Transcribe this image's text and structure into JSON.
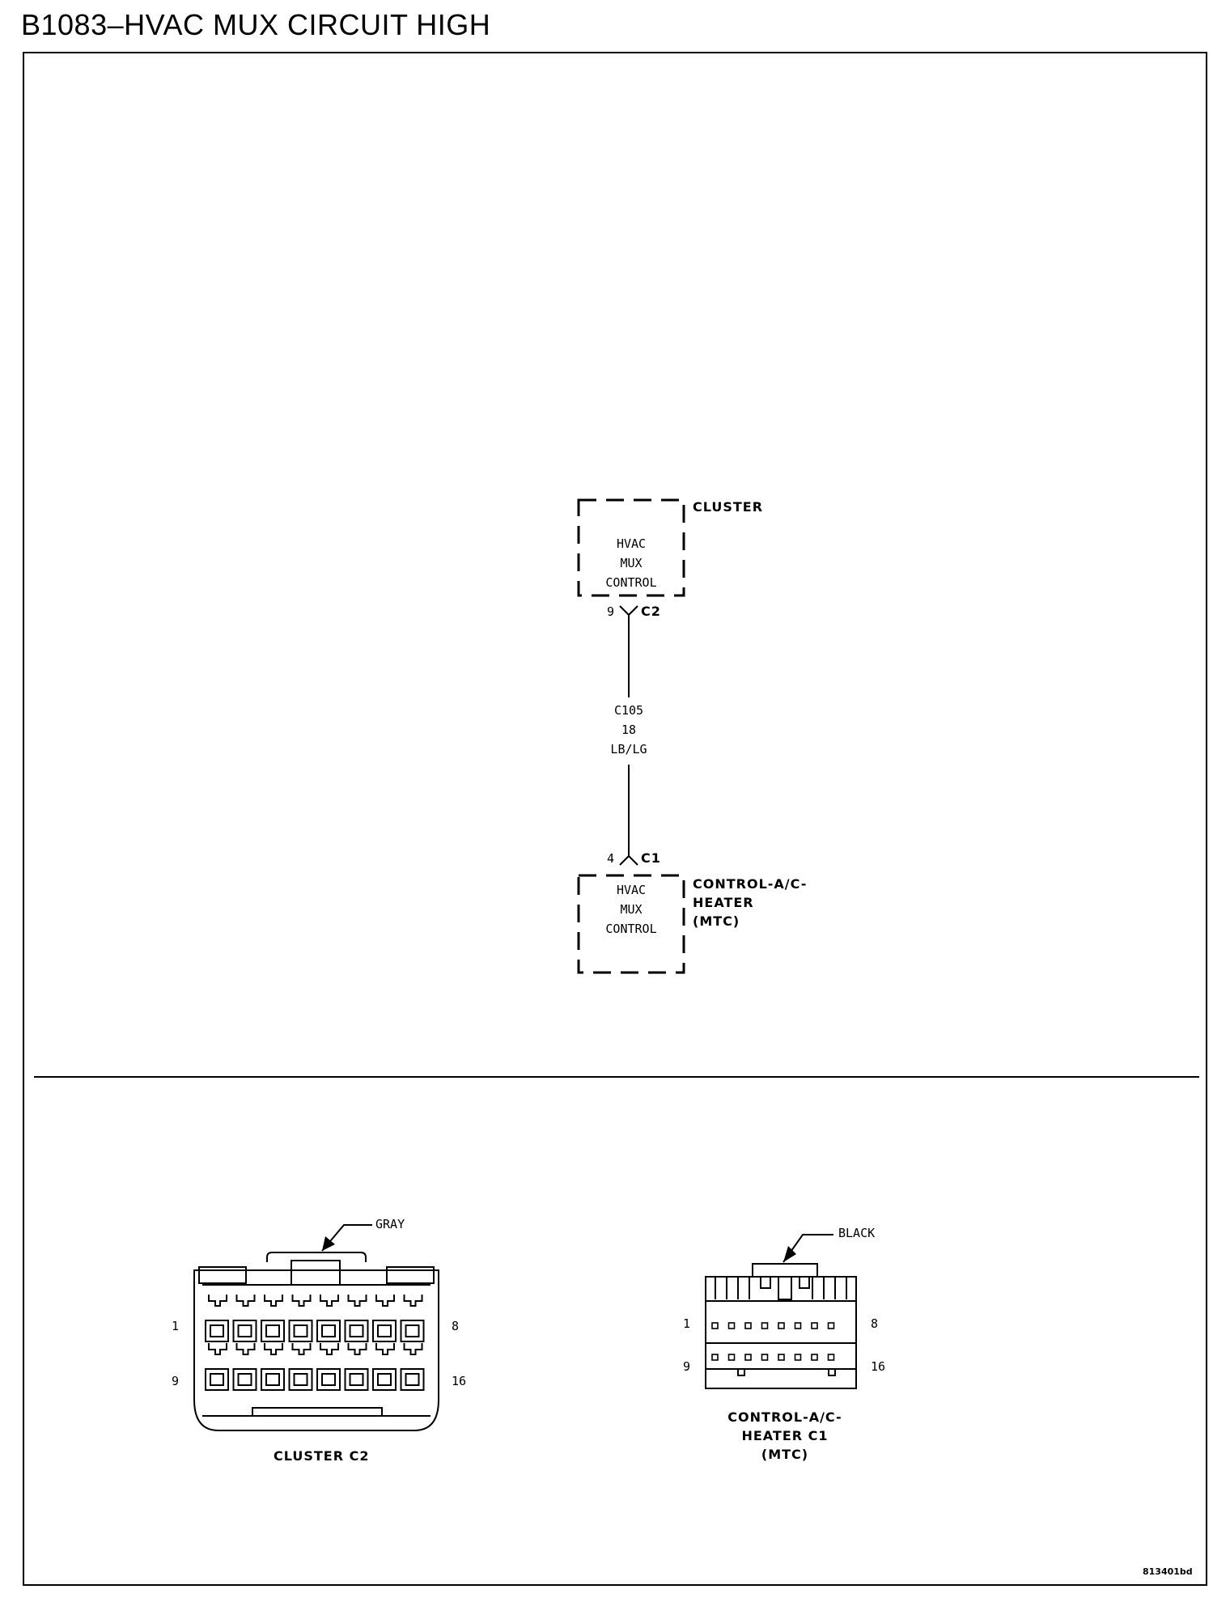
{
  "title": "B1083–HVAC MUX CIRCUIT HIGH",
  "top_module": {
    "component_name": "CLUSTER",
    "function_lines": [
      "HVAC",
      "MUX",
      "CONTROL"
    ],
    "pin": "9",
    "connector": "C2"
  },
  "wire": {
    "circuit": "C105",
    "gauge": "18",
    "color": "LB/LG"
  },
  "bottom_module": {
    "component_name_lines": [
      "CONTROL-A/C-",
      "HEATER",
      "(MTC)"
    ],
    "function_lines": [
      "HVAC",
      "MUX",
      "CONTROL"
    ],
    "pin": "4",
    "connector": "C1"
  },
  "connector_left": {
    "color_label": "GRAY",
    "pin_top_left": "1",
    "pin_top_right": "8",
    "pin_bottom_left": "9",
    "pin_bottom_right": "16",
    "caption": "CLUSTER C2"
  },
  "connector_right": {
    "color_label": "BLACK",
    "pin_top_left": "1",
    "pin_top_right": "8",
    "pin_bottom_left": "9",
    "pin_bottom_right": "16",
    "caption_lines": [
      "CONTROL-A/C-",
      "HEATER C1",
      "(MTC)"
    ]
  },
  "figure_id": "813401bd"
}
